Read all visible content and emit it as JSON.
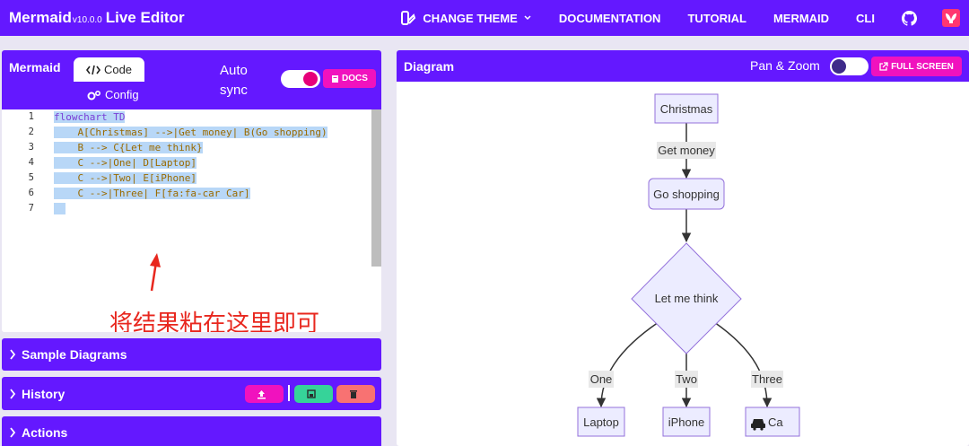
{
  "nav": {
    "brand": "Mermaid",
    "version": "v10.0.0",
    "subtitle": "Live Editor",
    "links": [
      "CHANGE THEME",
      "DOCUMENTATION",
      "TUTORIAL",
      "MERMAID",
      "CLI"
    ],
    "icons": [
      "palette-icon",
      "chevron-down-icon",
      "github-icon",
      "mermaid-logo-icon"
    ]
  },
  "editor": {
    "title": "Mermaid",
    "tab_code": "Code",
    "tab_config": "Config",
    "autosync": "Auto sync",
    "docs_label": "DOCS",
    "line_numbers": [
      "1",
      "2",
      "3",
      "4",
      "5",
      "6",
      "7"
    ],
    "code": [
      "flowchart TD",
      "    A[Christmas] -->|Get money| B(Go shopping)",
      "    B --> C{Let me think}",
      "    C -->|One| D[Laptop]",
      "    C -->|Two| E[iPhone]",
      "    C -->|Three| F[fa:fa-car Car]",
      "  "
    ],
    "annotation": "将结果粘在这里即可"
  },
  "accordions": {
    "samples": "Sample Diagrams",
    "history": "History",
    "actions": "Actions"
  },
  "diagram": {
    "title": "Diagram",
    "panzoom": "Pan & Zoom",
    "fullscreen": "FULL SCREEN",
    "nodes": {
      "a": "Christmas",
      "b": "Go shopping",
      "c": "Let me think",
      "d": "Laptop",
      "e": "iPhone",
      "f": "Ca"
    },
    "edges": {
      "ab": "Get money",
      "cd": "One",
      "ce": "Two",
      "cf": "Three"
    }
  },
  "colors": {
    "primary": "#6418ff",
    "pink": "#f012be",
    "node_fill": "#ececff",
    "node_stroke": "#9370db"
  }
}
